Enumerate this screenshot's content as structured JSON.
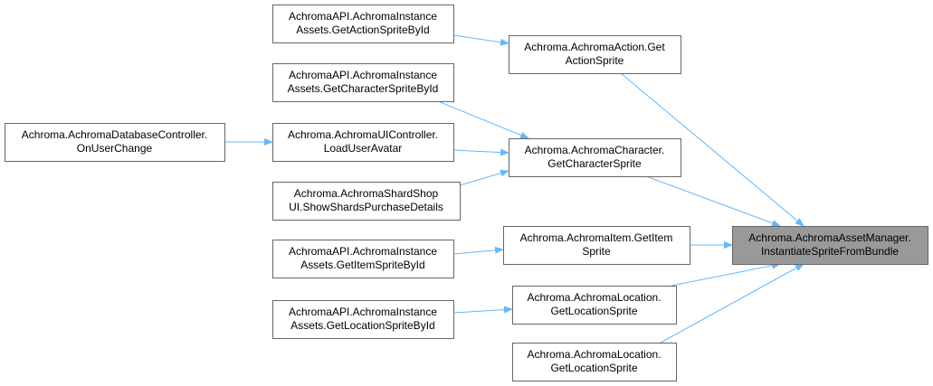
{
  "colors": {
    "node_fill": "#ffffff",
    "node_border": "#666666",
    "root_fill": "#999999",
    "root_border": "#666666",
    "edge": "#63b8ff",
    "text": "#000000"
  },
  "nodes": [
    {
      "id": "root",
      "lines": [
        "Achroma.AchromaAssetManager.",
        "InstantiateSpriteFromBundle"
      ],
      "root": true
    },
    {
      "id": "action_get",
      "lines": [
        "Achroma.AchromaAction.Get",
        "ActionSprite"
      ]
    },
    {
      "id": "api_action",
      "lines": [
        "AchromaAPI.AchromaInstance",
        "Assets.GetActionSpriteById"
      ]
    },
    {
      "id": "char_get",
      "lines": [
        "Achroma.AchromaCharacter.",
        "GetCharacterSprite"
      ]
    },
    {
      "id": "api_char",
      "lines": [
        "AchromaAPI.AchromaInstance",
        "Assets.GetCharacterSpriteById"
      ]
    },
    {
      "id": "ui_load",
      "lines": [
        "Achroma.AchromaUIController.",
        "LoadUserAvatar"
      ]
    },
    {
      "id": "db_user",
      "lines": [
        "Achroma.AchromaDatabaseController.",
        "OnUserChange"
      ]
    },
    {
      "id": "shard_shop",
      "lines": [
        "Achroma.AchromaShardShop",
        "UI.ShowShardsPurchaseDetails"
      ]
    },
    {
      "id": "item_get",
      "lines": [
        "Achroma.AchromaItem.GetItem",
        "Sprite"
      ]
    },
    {
      "id": "api_item",
      "lines": [
        "AchromaAPI.AchromaInstance",
        "Assets.GetItemSpriteById"
      ]
    },
    {
      "id": "loc_get1",
      "lines": [
        "Achroma.AchromaLocation.",
        "GetLocationSprite"
      ]
    },
    {
      "id": "api_loc",
      "lines": [
        "AchromaAPI.AchromaInstance",
        "Assets.GetLocationSpriteById"
      ]
    },
    {
      "id": "loc_get2",
      "lines": [
        "Achroma.AchromaLocation.",
        "GetLocationSprite"
      ]
    }
  ],
  "edges": [
    {
      "from": "action_get",
      "to": "root"
    },
    {
      "from": "char_get",
      "to": "root"
    },
    {
      "from": "item_get",
      "to": "root"
    },
    {
      "from": "loc_get1",
      "to": "root"
    },
    {
      "from": "loc_get2",
      "to": "root"
    },
    {
      "from": "api_action",
      "to": "action_get"
    },
    {
      "from": "api_char",
      "to": "char_get"
    },
    {
      "from": "ui_load",
      "to": "char_get"
    },
    {
      "from": "shard_shop",
      "to": "char_get"
    },
    {
      "from": "db_user",
      "to": "ui_load"
    },
    {
      "from": "api_item",
      "to": "item_get"
    },
    {
      "from": "api_loc",
      "to": "loc_get1"
    }
  ]
}
